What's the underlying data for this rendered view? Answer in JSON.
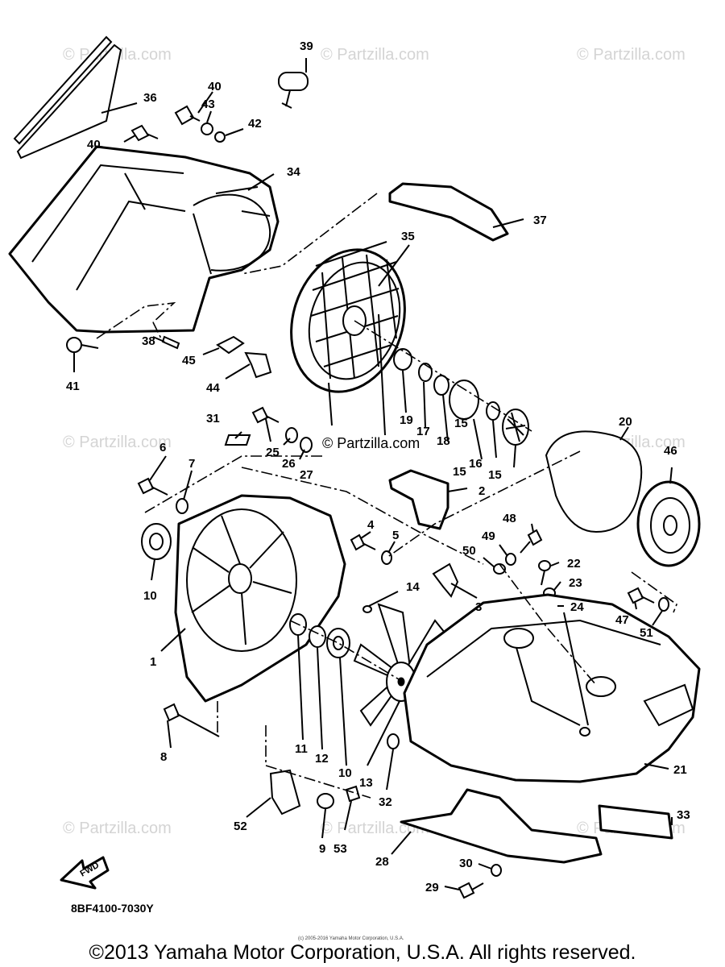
{
  "diagram": {
    "watermark": "© Partzilla.com",
    "center_watermark": "© Partzilla.com",
    "drawing_code": "8BF4100-7030Y",
    "fwd_label": "FWD",
    "tiny_notice": "(c) 2005-2016 Yamaha Motor Corporation, U.S.A.",
    "copyright": "©2013 Yamaha Motor Corporation, U.S.A. All rights reserved.",
    "callouts": [
      "1",
      "2",
      "3",
      "4",
      "5",
      "6",
      "7",
      "8",
      "9",
      "10",
      "10",
      "11",
      "12",
      "13",
      "14",
      "15",
      "15",
      "15",
      "16",
      "17",
      "18",
      "19",
      "20",
      "21",
      "22",
      "23",
      "24",
      "25",
      "26",
      "27",
      "28",
      "29",
      "30",
      "31",
      "32",
      "33",
      "34",
      "35",
      "36",
      "37",
      "38",
      "39",
      "40",
      "40",
      "41",
      "42",
      "43",
      "44",
      "45",
      "46",
      "47",
      "48",
      "49",
      "50",
      "51",
      "52",
      "53"
    ]
  }
}
